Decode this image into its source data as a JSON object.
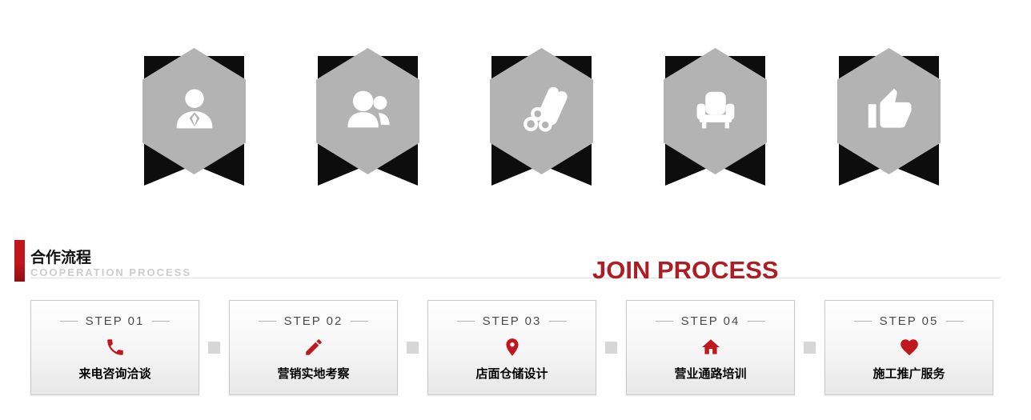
{
  "badges": [
    {
      "icon": "businessman-icon"
    },
    {
      "icon": "people-group-icon"
    },
    {
      "icon": "wood-logs-icon"
    },
    {
      "icon": "sofa-icon"
    },
    {
      "icon": "thumbs-up-icon"
    }
  ],
  "section_header": {
    "title_zh": "合作流程",
    "subtitle_en": "COOPERATION PROCESS",
    "headline_red": "JOIN PROCESS"
  },
  "steps": [
    {
      "label": "STEP 01",
      "title": "来电咨询洽谈",
      "icon": "phone-icon"
    },
    {
      "label": "STEP 02",
      "title": "营销实地考察",
      "icon": "pencil-icon"
    },
    {
      "label": "STEP 03",
      "title": "店面仓储设计",
      "icon": "map-pin-icon"
    },
    {
      "label": "STEP 04",
      "title": "营业通路培训",
      "icon": "home-icon"
    },
    {
      "label": "STEP 05",
      "title": "施工推广服务",
      "icon": "heart-icon"
    }
  ],
  "colors": {
    "accent_red": "#c0161d",
    "hexagon_gray": "#b3b3b3",
    "ribbon_black": "#0d0d0d"
  }
}
